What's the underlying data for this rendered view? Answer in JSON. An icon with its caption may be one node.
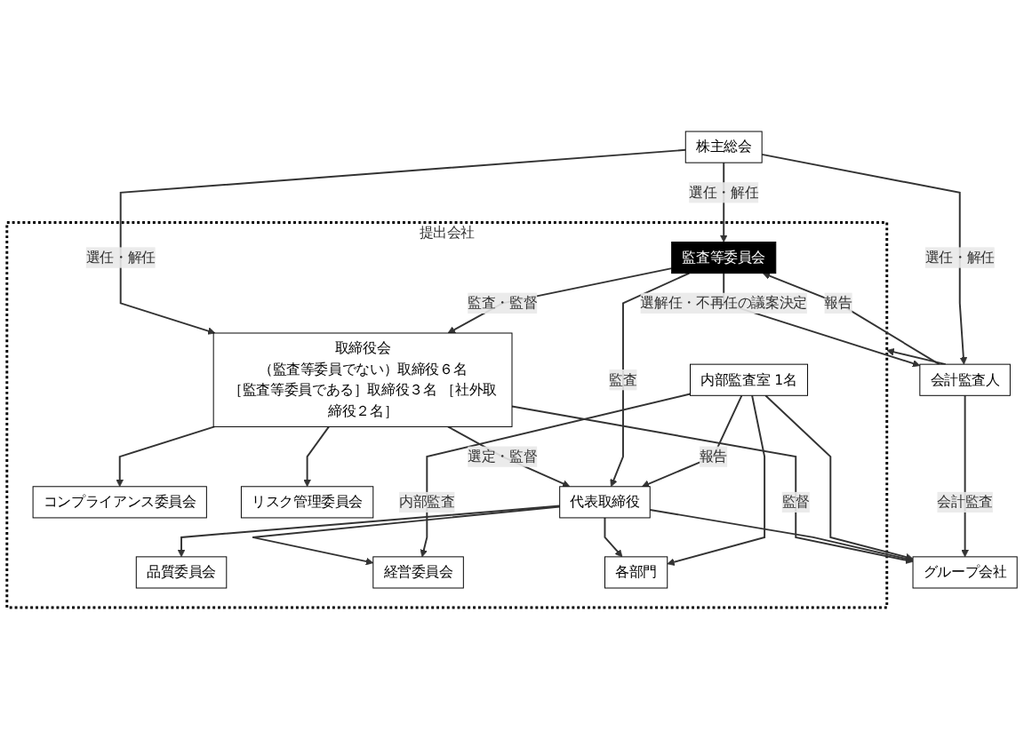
{
  "diagram": {
    "nodes": [
      {
        "text": [
          "株主総会"
        ]
      },
      {
        "text": [
          "提出会社"
        ]
      },
      {
        "text": [
          "取締役会",
          "（監査等委員でない）取締役６名",
          "［監査等委員である］取締役３名 ［社外取締役２名］"
        ],
        "in": 1
      },
      {
        "text": [
          "監査等委員会"
        ],
        "in": 1
      },
      {
        "text": [
          "代表取締役"
        ],
        "in": 1
      },
      {
        "text": [
          "内部監査室 1名"
        ],
        "in": 1
      },
      {
        "text": [
          "コンプライアンス委員会"
        ],
        "in": 1
      },
      {
        "text": [
          "リスク管理委員会"
        ],
        "in": 1
      },
      {
        "text": [
          "品質委員会"
        ],
        "in": 1
      },
      {
        "text": [
          "経営委員会"
        ],
        "in": 1
      },
      {
        "text": [
          "各部門"
        ],
        "in": 1
      },
      {
        "text": [
          "会計監査人"
        ]
      },
      {
        "text": [
          "グループ会社"
        ]
      }
    ],
    "edges": [
      {
        "from": 0,
        "to": 2,
        "arrow": "to",
        "label": "選任・解任"
      },
      {
        "from": 0,
        "to": 3,
        "arrow": "to",
        "label": "選任・解任"
      },
      {
        "from": 0,
        "to": 11,
        "arrow": "to",
        "label": "選任・解任"
      },
      {
        "from": 3,
        "to": 2,
        "arrow": "to",
        "label": "監査・監督"
      },
      {
        "from": 11,
        "to": 3,
        "arrow": "to",
        "label": "報告"
      },
      {
        "from": 3,
        "to": 11,
        "arrow": "to",
        "label": "選解任・不再任の議案決定"
      },
      {
        "from": 2,
        "to": 4,
        "arrow": "to",
        "label": "選定・監督"
      },
      {
        "from": 3,
        "to": 4,
        "arrow": "to",
        "label": "監査"
      },
      {
        "from": 5,
        "to": 4,
        "arrow": "to",
        "label": "報告"
      },
      {
        "from": 2,
        "to": 6,
        "arrow": "to"
      },
      {
        "from": 2,
        "to": 7,
        "arrow": "to"
      },
      {
        "from": 4,
        "to": 8,
        "arrow": "to"
      },
      {
        "from": 4,
        "to": 9,
        "arrow": "to"
      },
      {
        "from": 4,
        "to": 10,
        "arrow": "to"
      },
      {
        "from": 5,
        "to": 9,
        "arrow": "to",
        "label": "内部監査"
      },
      {
        "from": 5,
        "to": 10,
        "arrow": "to"
      },
      {
        "from": 11,
        "to": 1,
        "arrow": "to"
      },
      {
        "from": 11,
        "to": 12,
        "arrow": "to",
        "label": "会計監査"
      },
      {
        "from": 2,
        "to": 12,
        "arrow": "to",
        "label": "監督"
      },
      {
        "from": 4,
        "to": 12,
        "arrow": "to"
      },
      {
        "from": 5,
        "to": 12,
        "arrow": "to"
      }
    ]
  }
}
